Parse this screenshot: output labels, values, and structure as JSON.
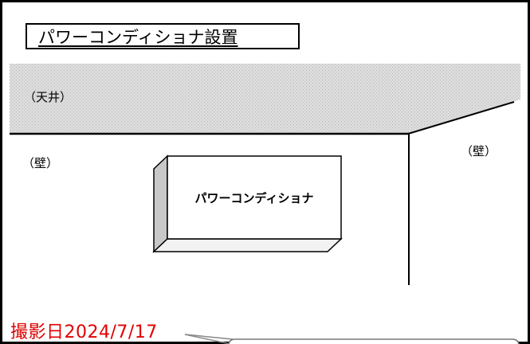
{
  "title": "パワーコンディショナ設置",
  "labels": {
    "ceiling": "（天井）",
    "wall_left": "（壁）",
    "wall_right": "（壁）"
  },
  "equipment": {
    "label": "パワーコンディショナ"
  },
  "photo_date": "撮影日2024/7/17",
  "colors": {
    "ceiling_fill": "#d6d6d6",
    "date_text": "#e00000",
    "lines": "#000000"
  }
}
